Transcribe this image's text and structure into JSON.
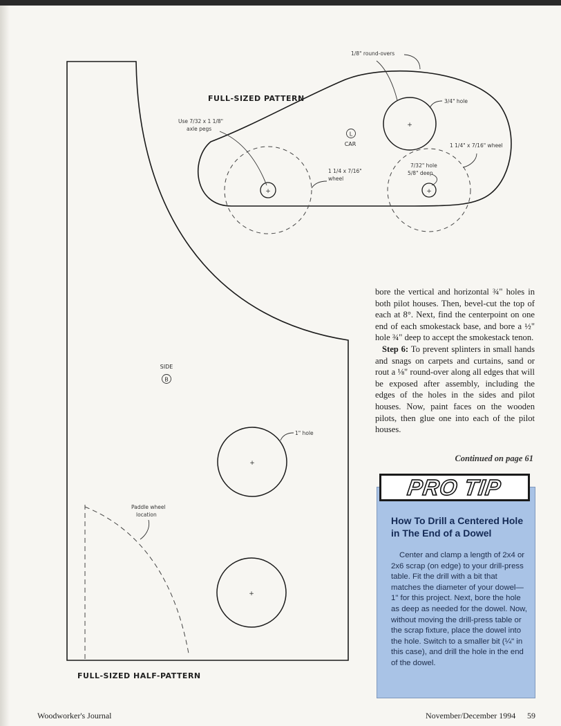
{
  "pattern": {
    "full_sized_pattern_label": "FULL-SIZED PATTERN",
    "full_sized_half_pattern_label": "FULL-SIZED HALF-PATTERN",
    "car_letter": "L",
    "car_label": "CAR",
    "side_label": "SIDE",
    "side_letter": "B",
    "callouts": {
      "round_overs": "1/8\" round-overs",
      "hole_3_4": "3/4\" hole",
      "axle_pegs_line1": "Use 7/32 x 1 1/8\"",
      "axle_pegs_line2": "axle pegs",
      "wheel_left_line1": "1 1/4 x 7/16\"",
      "wheel_left_line2": "wheel",
      "wheel_right": "1 1/4\" x 7/16\" wheel",
      "axle_hole_line1": "7/32\" hole",
      "axle_hole_line2": "5/8\" deep",
      "hole_1": "1\" hole",
      "paddle_line1": "Paddle wheel",
      "paddle_line2": "location"
    }
  },
  "article": {
    "para1": "bore the vertical and horizontal ¾\" holes in both pilot houses. Then, bevel-cut the top of each at 8°. Next, find the centerpoint on one end of each smokestack base, and bore a ½\" hole ¾\" deep to accept the smokestack tenon.",
    "step6_label": "Step 6:",
    "step6_text": " To prevent splinters in small hands and snags on carpets and curtains, sand or rout a ⅛\" round-over along all edges that will be exposed after assembly, including the edges of the holes in the sides and pilot houses. Now, paint faces on the wooden pilots, then glue one into each of the pilot houses.",
    "continued": "Continued on page 61"
  },
  "pro_tip": {
    "banner": "PRO TIP",
    "title": "How To Drill a Centered Hole in The End of a Dowel",
    "body": "Center and clamp a length of 2x4 or 2x6 scrap (on edge) to your drill-press table. Fit the drill with a bit that matches the diameter of your dowel—1\" for this project. Next, bore the hole as deep as needed for the dowel. Now, without moving the drill-press table or the scrap fixture, place the dowel into the hole. Switch to a smaller bit (¼\" in this case), and drill the hole in the end of the dowel."
  },
  "footer": {
    "publication": "Woodworker's Journal",
    "issue_date": "November/December 1994",
    "page_number": "59"
  }
}
